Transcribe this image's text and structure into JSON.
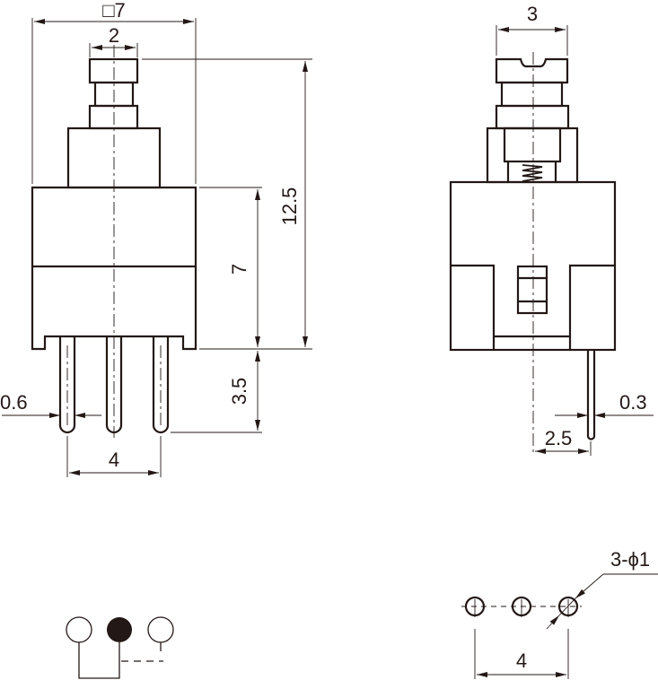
{
  "drawing": {
    "front_view": {
      "width_label": "□7",
      "button_width_label": "2",
      "total_height_label": "12.5",
      "body_height_label": "7",
      "pin_length_label": "3.5",
      "pin_width_label": "0.6",
      "pin_pitch_label": "4"
    },
    "side_view": {
      "button_width_label": "3",
      "pin_thickness_label": "0.3",
      "pin_offset_label": "2.5"
    },
    "pcb_layout": {
      "hole_label": "3-ϕ1",
      "pitch_label": "4"
    },
    "schematic": {
      "terminals": 3
    },
    "color": "#231815"
  }
}
